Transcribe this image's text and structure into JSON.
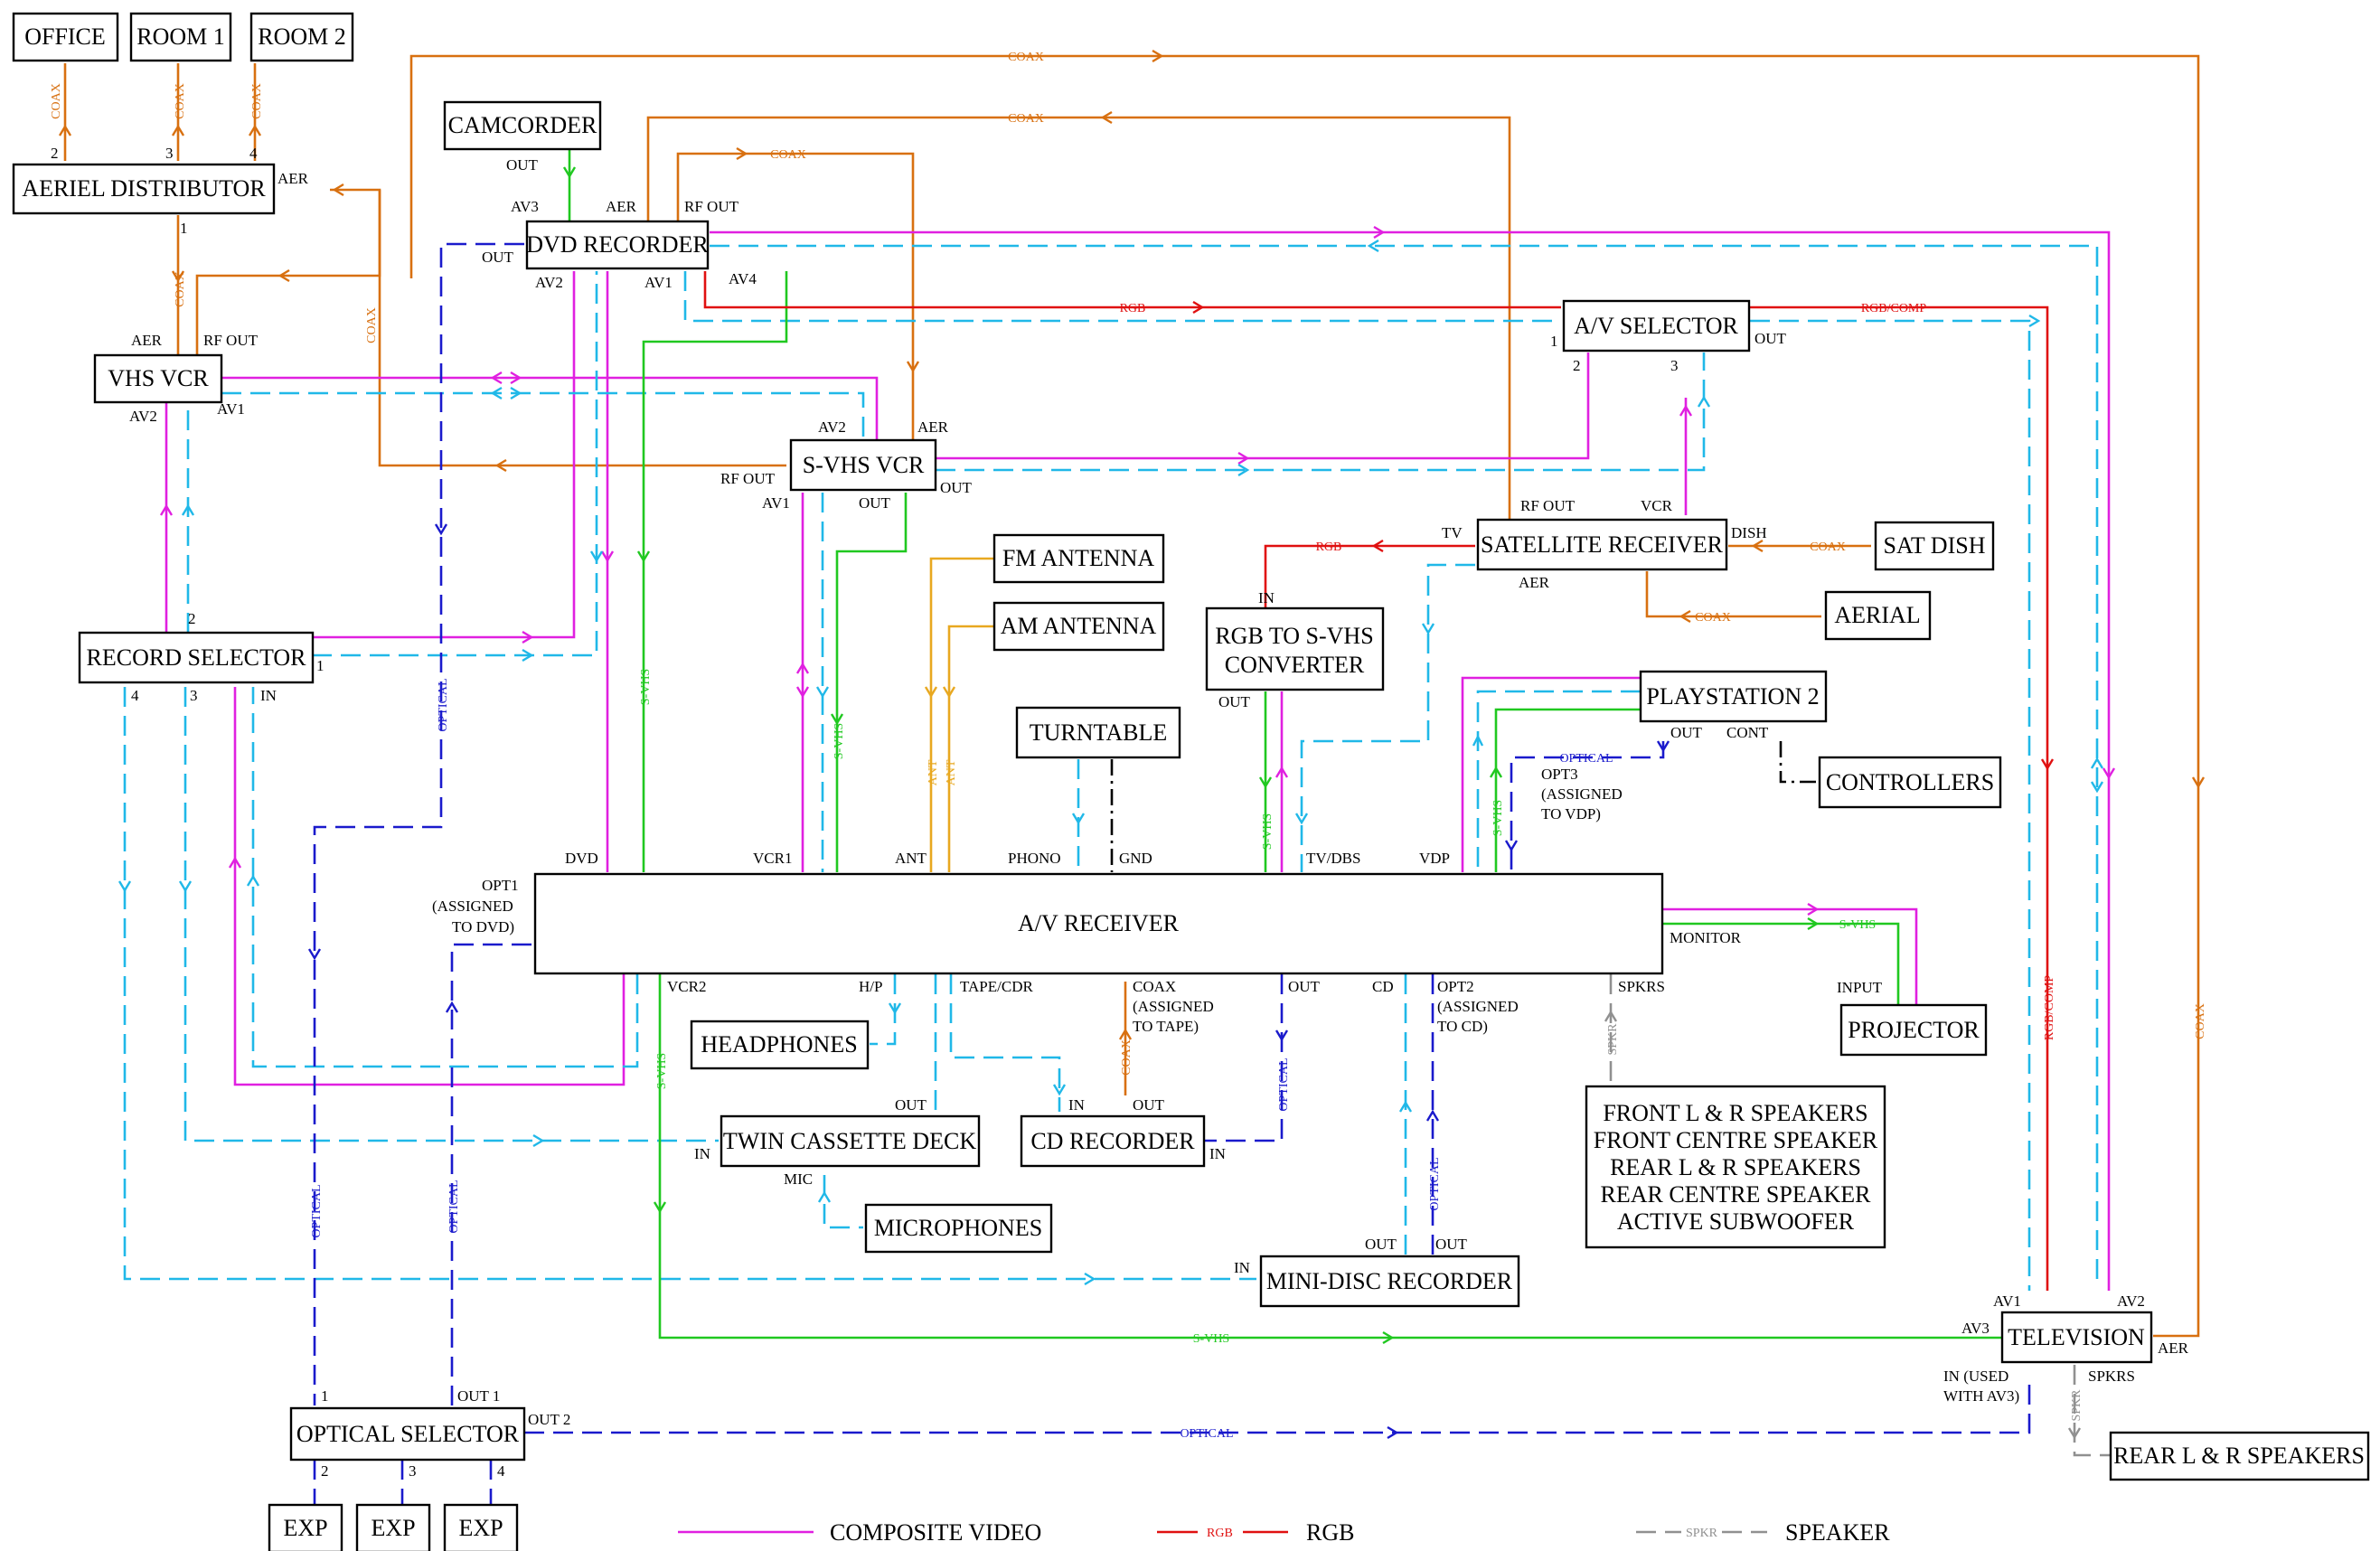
{
  "nodes": {
    "office": "OFFICE",
    "room1": "ROOM 1",
    "room2": "ROOM 2",
    "aerial_distributor": "AERIEL DISTRIBUTOR",
    "camcorder": "CAMCORDER",
    "dvd_recorder": "DVD RECORDER",
    "vhs_vcr": "VHS VCR",
    "svhs_vcr": "S-VHS VCR",
    "av_selector": "A/V SELECTOR",
    "satellite_receiver": "SATELLITE RECEIVER",
    "sat_dish": "SAT DISH",
    "aerial": "AERIAL",
    "fm_antenna": "FM ANTENNA",
    "am_antenna": "AM ANTENNA",
    "rgb_converter": [
      "RGB TO S-VHS",
      "CONVERTER"
    ],
    "playstation": "PLAYSTATION 2",
    "controllers": "CONTROLLERS",
    "turntable": "TURNTABLE",
    "record_selector": "RECORD SELECTOR",
    "av_receiver": "A/V RECEIVER",
    "projector": "PROJECTOR",
    "headphones": "HEADPHONES",
    "twin_cassette": "TWIN CASSETTE DECK",
    "cd_recorder": "CD RECORDER",
    "microphones": "MICROPHONES",
    "minidisc": "MINI-DISC RECORDER",
    "speakers": [
      "FRONT L & R SPEAKERS",
      "FRONT CENTRE SPEAKER",
      "REAR L & R SPEAKERS",
      "REAR CENTRE SPEAKER",
      "ACTIVE SUBWOOFER"
    ],
    "television": "TELEVISION",
    "rear_speakers": "REAR L & R SPEAKERS",
    "optical_selector": "OPTICAL SELECTOR",
    "exp": "EXP"
  },
  "ports": {
    "p2": "2",
    "p3": "3",
    "p4": "4",
    "p1": "1",
    "aer": "AER",
    "rf_out": "RF OUT",
    "out": "OUT",
    "av1": "AV1",
    "av2": "AV2",
    "av3": "AV3",
    "av4": "AV4",
    "tv": "TV",
    "dish": "DISH",
    "vcr": "VCR",
    "in": "IN",
    "cont": "CONT",
    "opt3": [
      "OPT3",
      "(ASSIGNED",
      "TO VDP)"
    ],
    "opt1": [
      "OPT1",
      "(ASSIGNED",
      "TO DVD)"
    ],
    "dvd": "DVD",
    "vcr1": "VCR1",
    "ant": "ANT",
    "phono": "PHONO",
    "gnd": "GND",
    "tvdbs": "TV/DBS",
    "vdp": "VDP",
    "monitor": "MONITOR",
    "input": "INPUT",
    "vcr2": "VCR2",
    "hp": "H/P",
    "tapecdr": "TAPE/CDR",
    "coax_tape": [
      "COAX",
      "(ASSIGNED",
      "TO TAPE)"
    ],
    "cd": "CD",
    "opt2": [
      "OPT2",
      "(ASSIGNED",
      "TO CD)"
    ],
    "spkrs": "SPKRS",
    "mic": "MIC",
    "in_used": [
      "IN (USED",
      "WITH AV3)"
    ],
    "out1": "OUT 1",
    "out2": "OUT 2"
  },
  "wire_labels": {
    "coax": "COAX",
    "svhs": "S-VHS",
    "rgb": "RGB",
    "rgb_comp": "RGB/COMP",
    "optical": "OPTICAL",
    "ant": "ANT",
    "spkr": "SPKR"
  },
  "legend": {
    "composite": "COMPOSITE VIDEO",
    "rgb": "RGB",
    "speaker": "SPEAKER"
  },
  "colors": {
    "composite": "#e020e0",
    "component": "#20b8e8",
    "coax": "#d87010",
    "svhs": "#20c820",
    "rgb": "#e01010",
    "optical": "#1a1acc",
    "antenna": "#e8a820",
    "speaker": "#909090"
  }
}
